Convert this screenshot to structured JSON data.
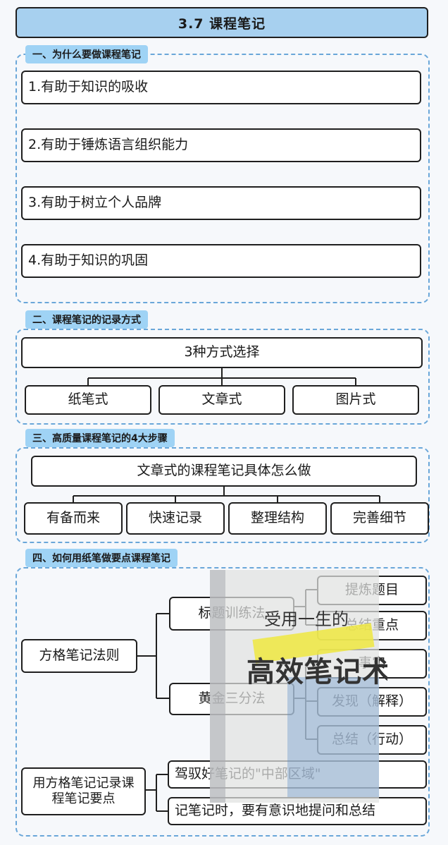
{
  "title": "3.7  课程笔记",
  "sections": [
    {
      "label": "一、为什么要做课程笔记",
      "items": [
        "1.有助于知识的吸收",
        "2.有助于锤炼语言组织能力",
        "3.有助于树立个人品牌",
        "4.有助于知识的巩固"
      ]
    },
    {
      "label": "二、课程笔记的记录方式",
      "root": "3种方式选择",
      "children": [
        "纸笔式",
        "文章式",
        "图片式"
      ]
    },
    {
      "label": "三、高质量课程笔记的4大步骤",
      "root": "文章式的课程笔记具体怎么做",
      "children": [
        "有备而来",
        "快速记录",
        "整理结构",
        "完善细节"
      ]
    },
    {
      "label": "四、如何用纸笔做要点课程笔记",
      "tree": {
        "root1": "方格笔记法则",
        "branch_a": "标题训练法",
        "branch_a_items": [
          "提炼题目",
          "总结重点"
        ],
        "branch_b": "黄金三分法",
        "branch_b_items": [
          "事实",
          "发现（解释）",
          "总结（行动）"
        ],
        "root2": "用方格笔记记录课程笔记要点",
        "root2_items": [
          "驾驭好笔记的\"中部区域\"",
          "记笔记时，要有意识地提问和总结"
        ]
      }
    }
  ],
  "book_overlay": {
    "subtitle": "受用一生的",
    "title": "高效笔记术"
  }
}
